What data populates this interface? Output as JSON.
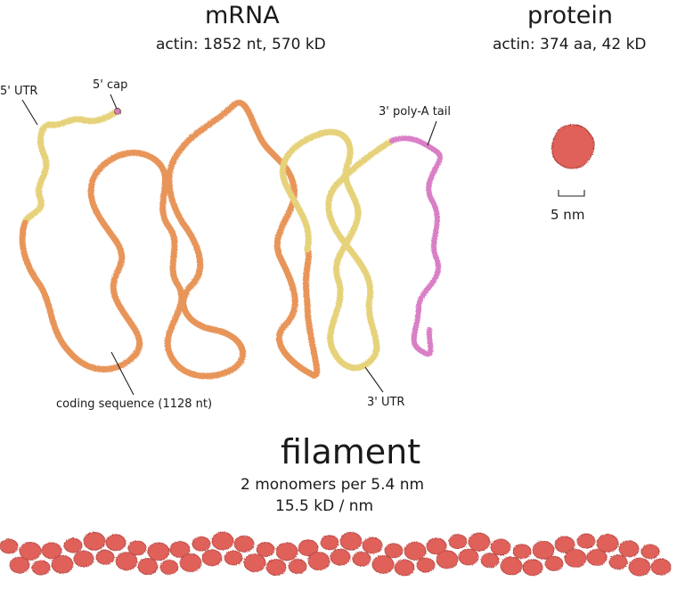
{
  "mrna": {
    "title": "mRNA",
    "subtitle": "actin: 1852 nt, 570 kD",
    "labels": {
      "utr5": "5' UTR",
      "cap5": "5' cap",
      "polya": "3' poly-A tail",
      "coding": "coding sequence (1128 nt)",
      "utr3": "3' UTR"
    }
  },
  "protein": {
    "title": "protein",
    "subtitle": "actin: 374 aa, 42 kD",
    "scale_label": "5 nm"
  },
  "filament": {
    "title": "filament",
    "line1": "2 monomers per 5.4 nm",
    "line2": "15.5 kD / nm"
  },
  "colors": {
    "coding": "#e8955a",
    "utr": "#e6d27a",
    "polya": "#d97fc6",
    "protein": "#e0605a",
    "filament": "#e0605a",
    "outline": "#5a3a20"
  },
  "icons": {
    "mrna_strand": "mrna-strand-icon",
    "actin_monomer": "actin-monomer-icon",
    "actin_filament": "actin-filament-icon"
  }
}
